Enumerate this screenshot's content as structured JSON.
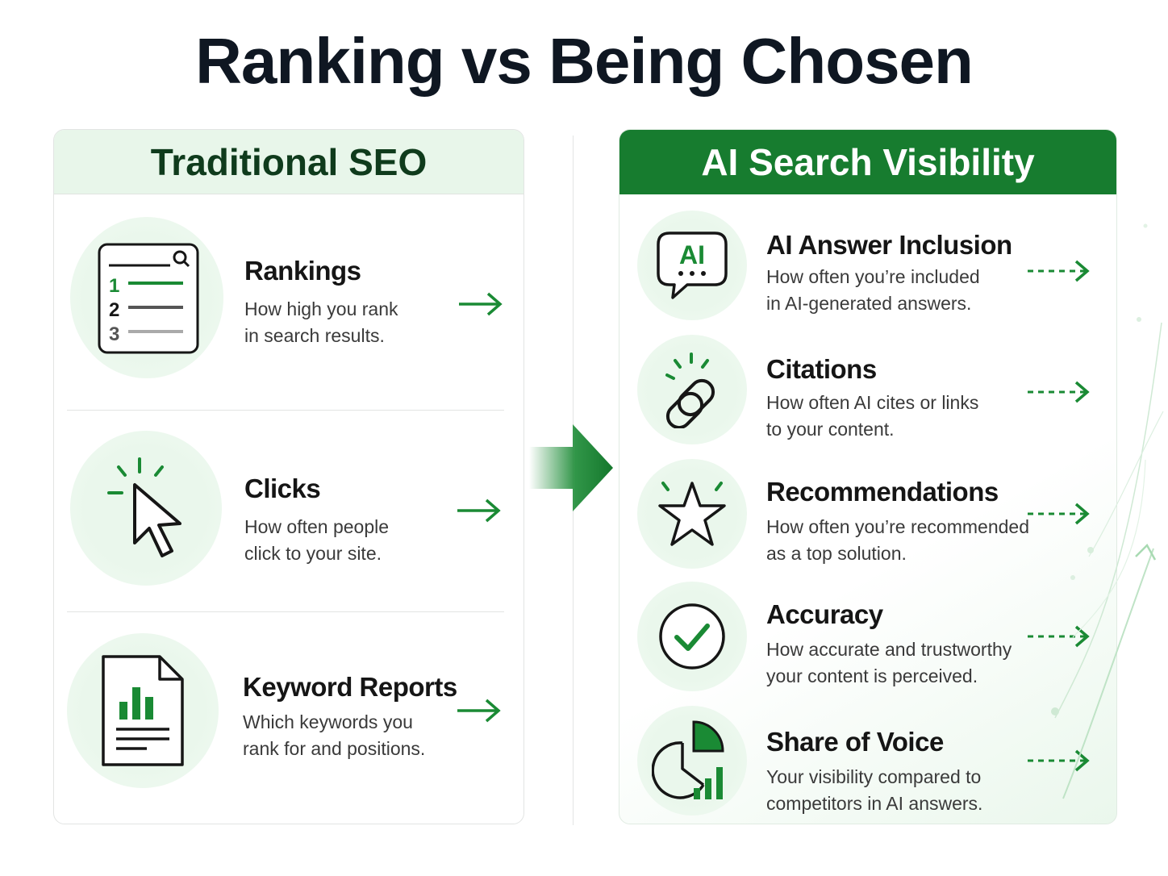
{
  "title": "Ranking vs Being Chosen",
  "left_panel": {
    "heading": "Traditional SEO",
    "items": [
      {
        "title": "Rankings",
        "desc_line1": "How high you rank",
        "desc_line2": "in search results.",
        "icon": "ranked-list-icon",
        "list_numbers": [
          "1",
          "2",
          "3"
        ]
      },
      {
        "title": "Clicks",
        "desc_line1": "How often people",
        "desc_line2": "click to your site.",
        "icon": "cursor-click-icon"
      },
      {
        "title": "Keyword Reports",
        "desc_line1": "Which keywords you",
        "desc_line2": "rank for and positions.",
        "icon": "report-document-icon"
      }
    ]
  },
  "right_panel": {
    "heading": "AI Search Visibility",
    "items": [
      {
        "title": "AI Answer Inclusion",
        "desc_line1": "How often you’re included",
        "desc_line2": "in AI-generated answers.",
        "icon": "ai-chat-bubble-icon",
        "icon_text": "AI"
      },
      {
        "title": "Citations",
        "desc_line1": "How often AI cites or links",
        "desc_line2": "to your content.",
        "icon": "chain-link-icon"
      },
      {
        "title": "Recommendations",
        "desc_line1": "How often you’re recommended",
        "desc_line2": "as a top solution.",
        "icon": "star-icon"
      },
      {
        "title": "Accuracy",
        "desc_line1": "How accurate and trustworthy",
        "desc_line2": "your content is perceived.",
        "icon": "check-circle-icon"
      },
      {
        "title": "Share of Voice",
        "desc_line1": "Your visibility compared to",
        "desc_line2": "competitors in AI answers.",
        "icon": "pie-bar-chart-icon"
      }
    ]
  },
  "colors": {
    "accent": "#1a8a34",
    "dark_green": "#177c2f",
    "light_green": "#e8f6ea",
    "text_dark": "#0f1722"
  }
}
